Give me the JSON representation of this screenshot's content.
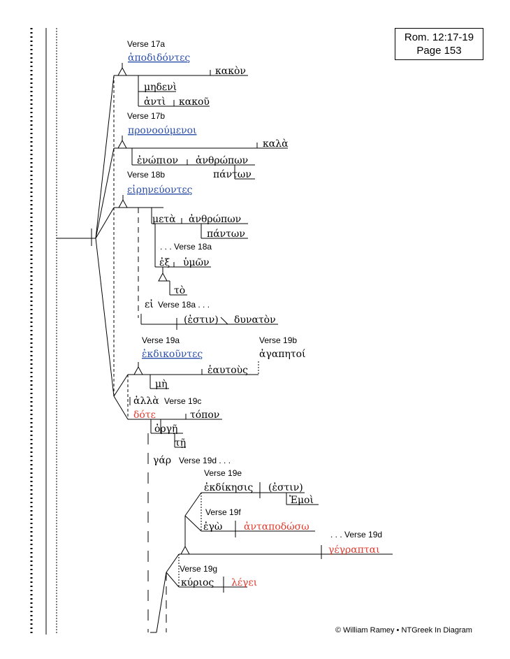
{
  "reference": {
    "passage": "Rom. 12:17-19",
    "page": "Page 153"
  },
  "footer": "© William Ramey • NTGreek In Diagram",
  "verse_labels": {
    "v17a": "Verse 17a",
    "v17b": "Verse 17b",
    "v18b": "Verse 18b",
    "v18a_pre": ". . . Verse 18a",
    "v18a_post": "Verse 18a . . .",
    "v19a": "Verse 19a",
    "v19b": "Verse 19b",
    "v19c": "Verse 19c",
    "v19d_post": "Verse 19d . . .",
    "v19e": "Verse 19e",
    "v19f": "Verse 19f",
    "v19d_pre": ". . . Verse 19d",
    "v19g": "Verse 19g"
  },
  "words": {
    "apodidontes": "ἀποδιδόντες",
    "kakon": "κακὸν",
    "medeni": "μηδενὶ",
    "anti": "ἀντὶ",
    "kakou": "κακοῦ",
    "pronooumenoi": "προνοούμενοι",
    "kala": "καλὰ",
    "enopion": "ἐνώπιον",
    "anthropon": "ἀνθρώπων",
    "panton": "πάντων",
    "eireneuontes": "εἰρηνεύοντες",
    "meta": "μετὰ",
    "anthropon2": "ἀνθρώπων",
    "panton2": "πάντων",
    "ex": "ἐξ",
    "humon": "ὑμῶν",
    "to": "τὸ",
    "ei": "εἰ",
    "estin": "(ἐστιν)",
    "dunaton": "δυνατὸν",
    "ekdikountes": "ἐκδικοῦντες",
    "agapetoi": "ἀγαπητοί",
    "heautous": "ἑαυτοὺς",
    "me": "μὴ",
    "alla": "ἀλλὰ",
    "dote": "δότε",
    "topon": "τόπον",
    "orge": "ὀργῇ",
    "te": "τῇ",
    "gar": "γάρ",
    "ekdikesis": "ἐκδίκησις",
    "estin2": "(ἐστιν)",
    "emoi": "Ἐμοὶ",
    "ego": "ἐγὼ",
    "antapodoso": "ἀνταποδώσω",
    "gegraptai": "γέγραπται",
    "kurios": "κύριος",
    "legei": "λέγει"
  }
}
